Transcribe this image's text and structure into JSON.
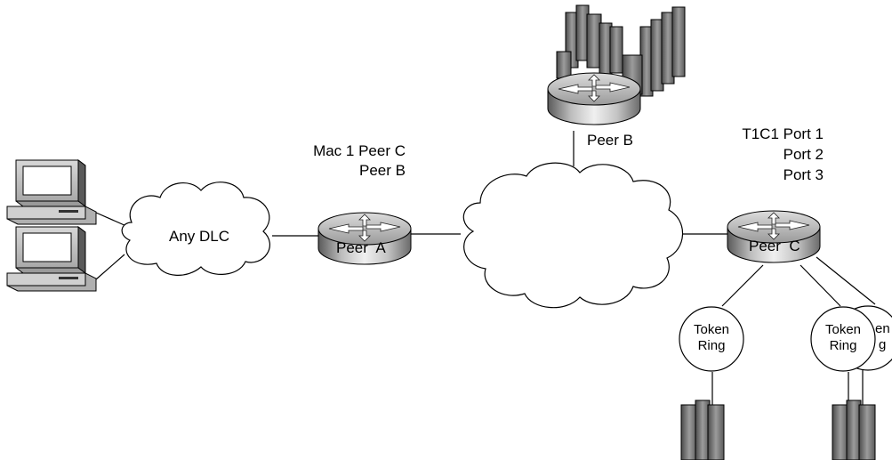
{
  "labels": {
    "any_dlc": "Any DLC",
    "peer_a_config_line1": "Mac 1 Peer C",
    "peer_a_config_line2": "Peer B",
    "peer_a": "Peer  A",
    "peer_b": "Peer B",
    "peer_c_config_line1": "T1C1 Port 1",
    "peer_c_config_line2": "Port 2",
    "peer_c_config_line3": "Port 3",
    "peer_c": "Peer  C",
    "token_ring_1_line1": "Token",
    "token_ring_1_line2": "Ring",
    "token_ring_2_line1": "Token",
    "token_ring_2_line2": "Ring",
    "token_ring_3_partial_line1": "en",
    "token_ring_3_partial_line2": "g"
  },
  "icons": [
    "workstation-icon",
    "workstation-icon",
    "router-icon",
    "router-icon",
    "router-icon",
    "mainframe-icon",
    "server-icon",
    "server-icon",
    "cloud-icon",
    "token-ring-icon"
  ]
}
